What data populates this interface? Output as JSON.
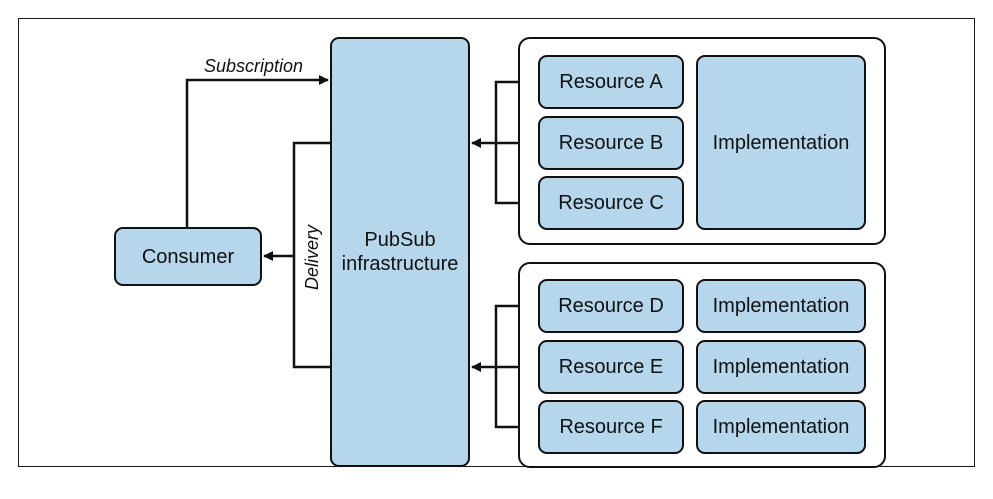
{
  "labels": {
    "subscription": "Subscription",
    "delivery": "Delivery"
  },
  "boxes": {
    "consumer": "Consumer",
    "pubsub_line1": "PubSub",
    "pubsub_line2": "infrastructure",
    "resources": [
      "Resource A",
      "Resource B",
      "Resource C",
      "Resource D",
      "Resource E",
      "Resource F"
    ],
    "implementation": "Implementation"
  },
  "colors": {
    "box_fill": "#b5d6eb",
    "stroke": "#111111"
  }
}
